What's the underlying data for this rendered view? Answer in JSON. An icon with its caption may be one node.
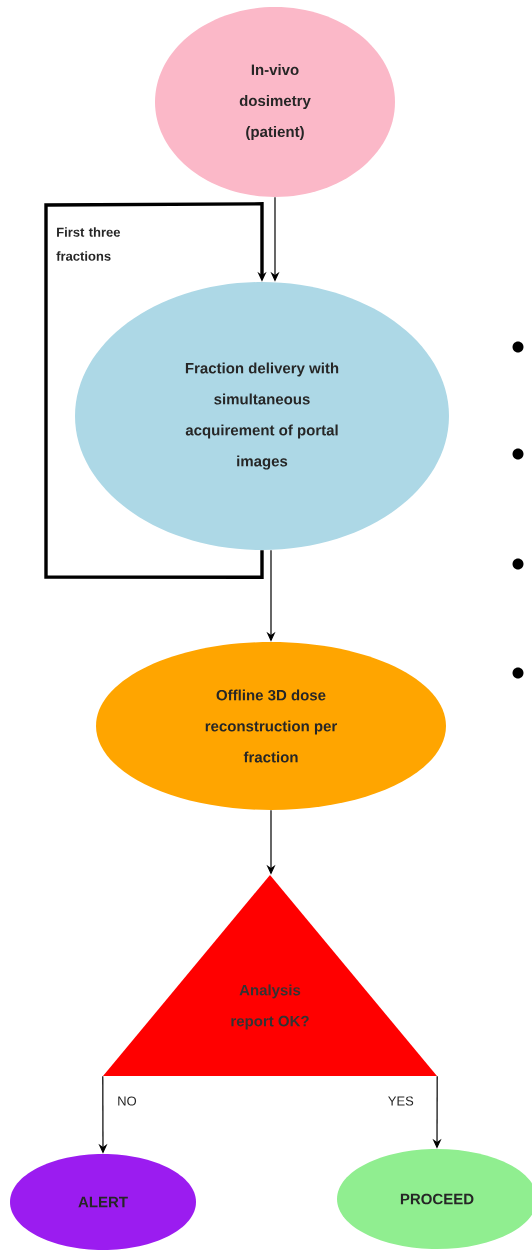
{
  "diagram": {
    "nodes": [
      {
        "text": [
          "In-vivo dosimetry (patient)"
        ]
      },
      {
        "text": [
          "Fraction delivery with simultaneous acquirement of portal images"
        ]
      },
      {
        "text": [
          "Offline 3D dose reconstruction per fraction"
        ]
      },
      {
        "text": [
          "Analysis report OK?"
        ]
      },
      {
        "text": [
          "ALERT"
        ]
      },
      {
        "text": [
          "PROCEED"
        ]
      }
    ],
    "edges": [
      {
        "from": 0,
        "to": 1,
        "arrow": "to"
      },
      {
        "from": 1,
        "to": 1,
        "arrow": "to",
        "label": "First three fractions",
        "style": "thick"
      },
      {
        "from": 1,
        "to": 2,
        "arrow": "to"
      },
      {
        "from": 2,
        "to": 3,
        "arrow": "to"
      },
      {
        "from": 3,
        "to": 4,
        "arrow": "to",
        "label": "NO"
      },
      {
        "from": 3,
        "to": 5,
        "arrow": "to",
        "label": "YES"
      }
    ]
  }
}
